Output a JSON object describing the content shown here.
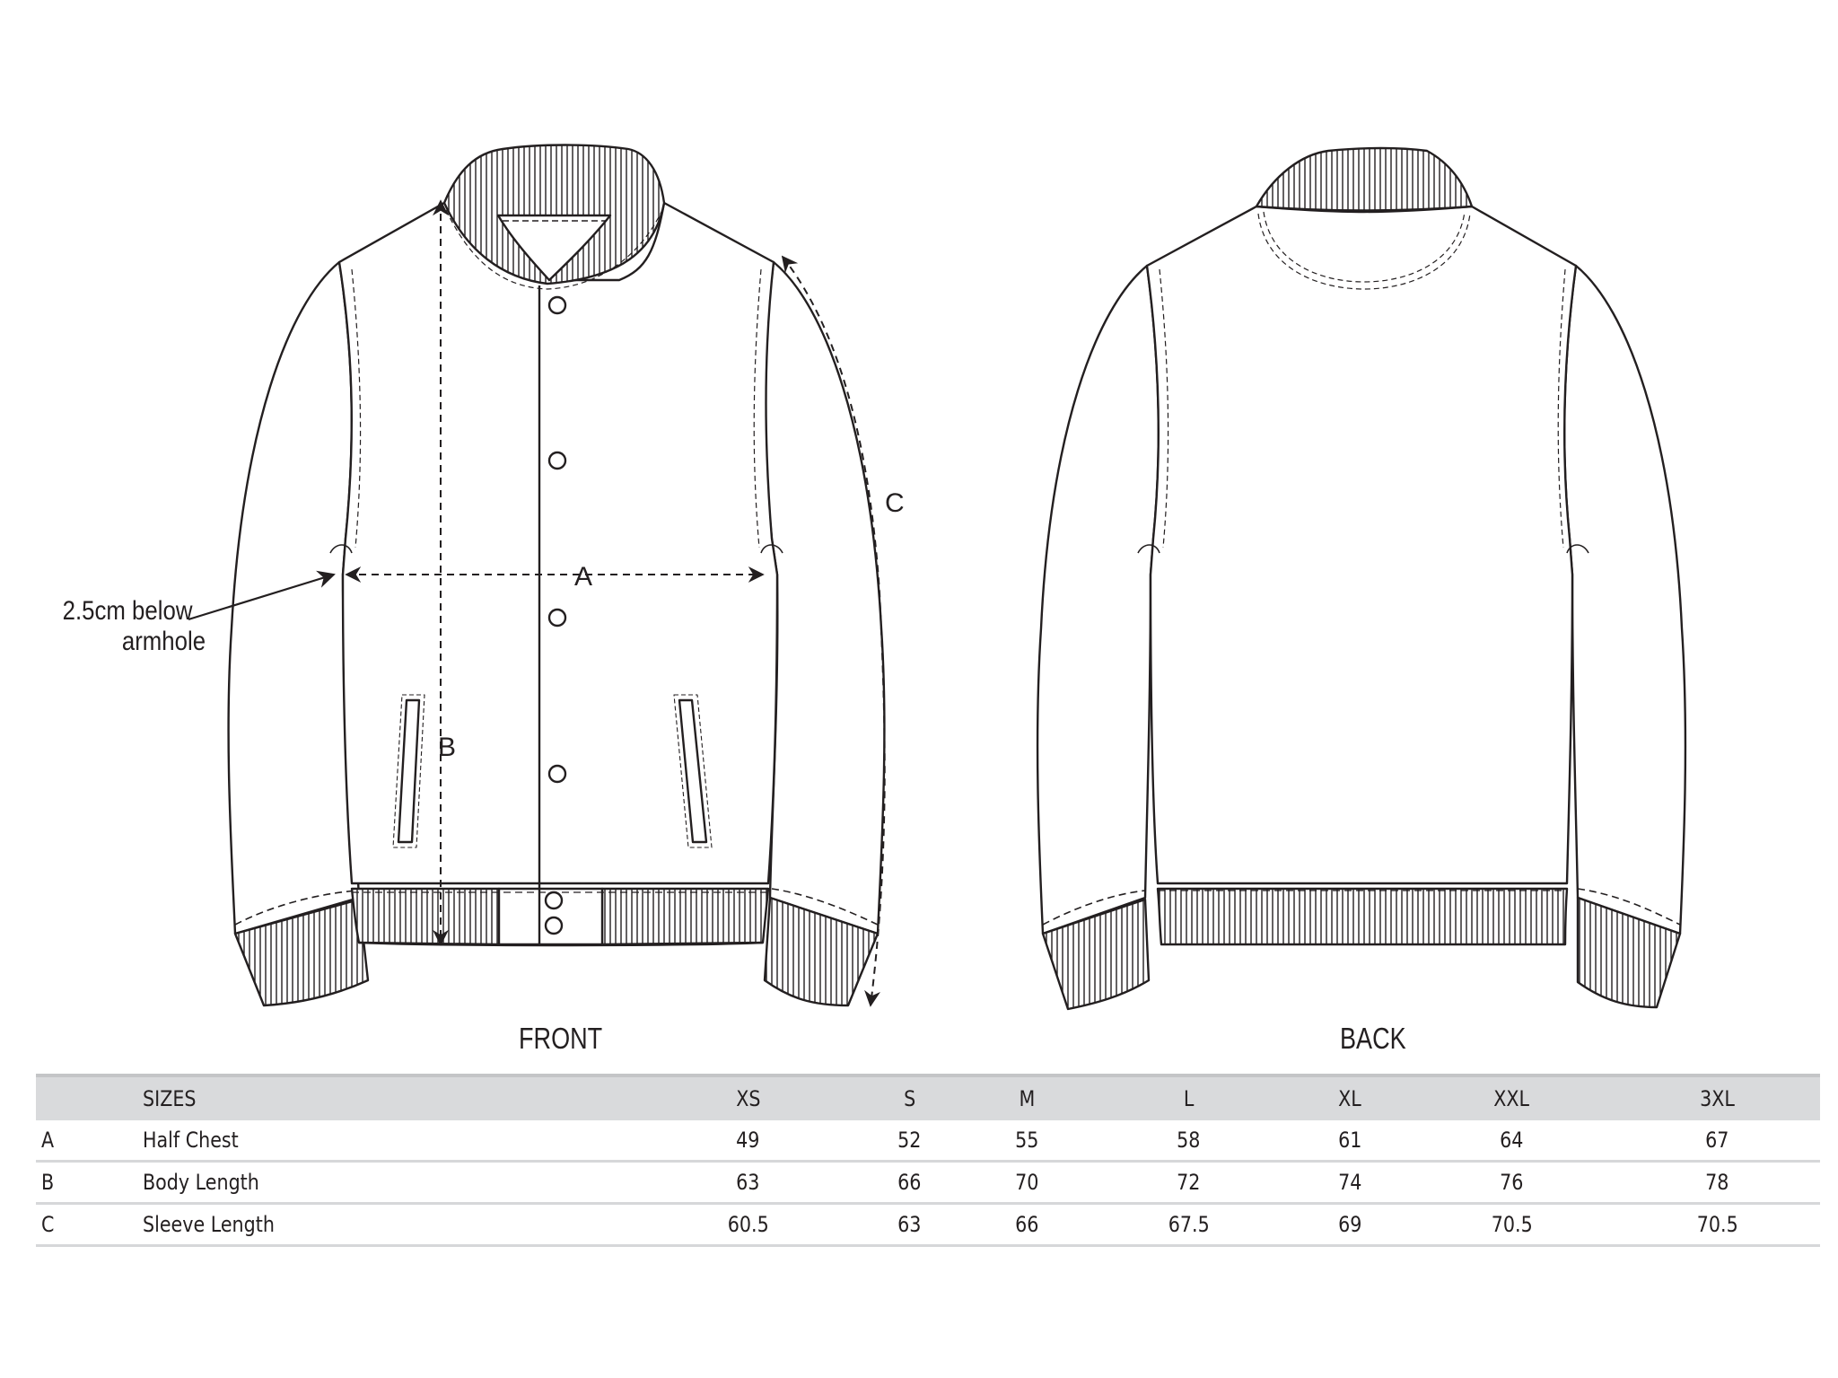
{
  "views": {
    "front_label": "FRONT",
    "back_label": "BACK"
  },
  "annotations": {
    "armhole_note_line1": "2.5cm below",
    "armhole_note_line2": "armhole",
    "dim_a": "A",
    "dim_b": "B",
    "dim_c": "C"
  },
  "size_table": {
    "header_label": "SIZES",
    "sizes": [
      "XS",
      "S",
      "M",
      "L",
      "XL",
      "XXL",
      "3XL"
    ],
    "rows": [
      {
        "letter": "A",
        "name": "Half Chest",
        "values": [
          "49",
          "52",
          "55",
          "58",
          "61",
          "64",
          "67"
        ]
      },
      {
        "letter": "B",
        "name": "Body Length",
        "values": [
          "63",
          "66",
          "70",
          "72",
          "74",
          "76",
          "78"
        ]
      },
      {
        "letter": "C",
        "name": "Sleeve Length",
        "values": [
          "60.5",
          "63",
          "66",
          "67.5",
          "69",
          "70.5",
          "70.5"
        ]
      }
    ]
  },
  "colors": {
    "line": "#231f20",
    "header_bg": "#d9dadc",
    "row_rule": "#d6d7d9"
  }
}
